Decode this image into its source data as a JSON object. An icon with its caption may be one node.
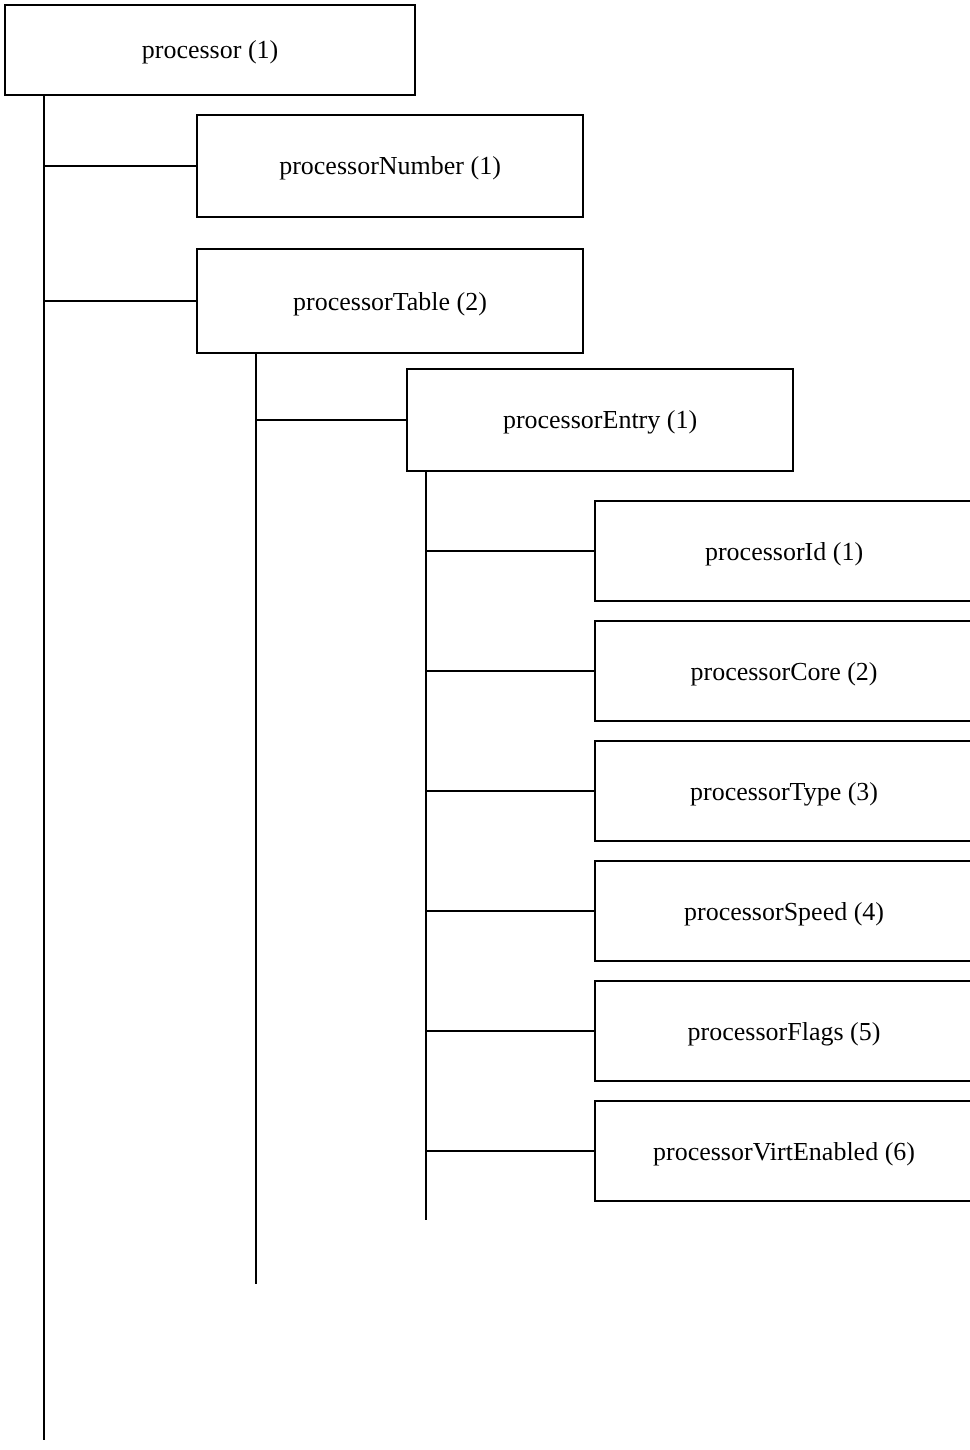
{
  "diagram": {
    "nodes": [
      {
        "text": [
          "processor (1)"
        ]
      },
      {
        "text": [
          "processorNumber (1)"
        ]
      },
      {
        "text": [
          "processorTable (2)"
        ]
      },
      {
        "text": [
          "processorEntry (1)"
        ]
      },
      {
        "text": [
          "processorId (1)"
        ]
      },
      {
        "text": [
          "processorCore (2)"
        ]
      },
      {
        "text": [
          "processorType (3)"
        ]
      },
      {
        "text": [
          "processorSpeed (4)"
        ]
      },
      {
        "text": [
          "processorFlags (5)"
        ]
      },
      {
        "text": [
          "processorVirtEnabled (6)"
        ]
      }
    ],
    "edges": [
      {
        "from": 0,
        "to": 1,
        "arrow": "none"
      },
      {
        "from": 0,
        "to": 2,
        "arrow": "none"
      },
      {
        "from": 2,
        "to": 3,
        "arrow": "none"
      },
      {
        "from": 3,
        "to": 4,
        "arrow": "none"
      },
      {
        "from": 3,
        "to": 5,
        "arrow": "none"
      },
      {
        "from": 3,
        "to": 6,
        "arrow": "none"
      },
      {
        "from": 3,
        "to": 7,
        "arrow": "none"
      },
      {
        "from": 3,
        "to": 8,
        "arrow": "none"
      },
      {
        "from": 3,
        "to": 9,
        "arrow": "none"
      }
    ]
  }
}
